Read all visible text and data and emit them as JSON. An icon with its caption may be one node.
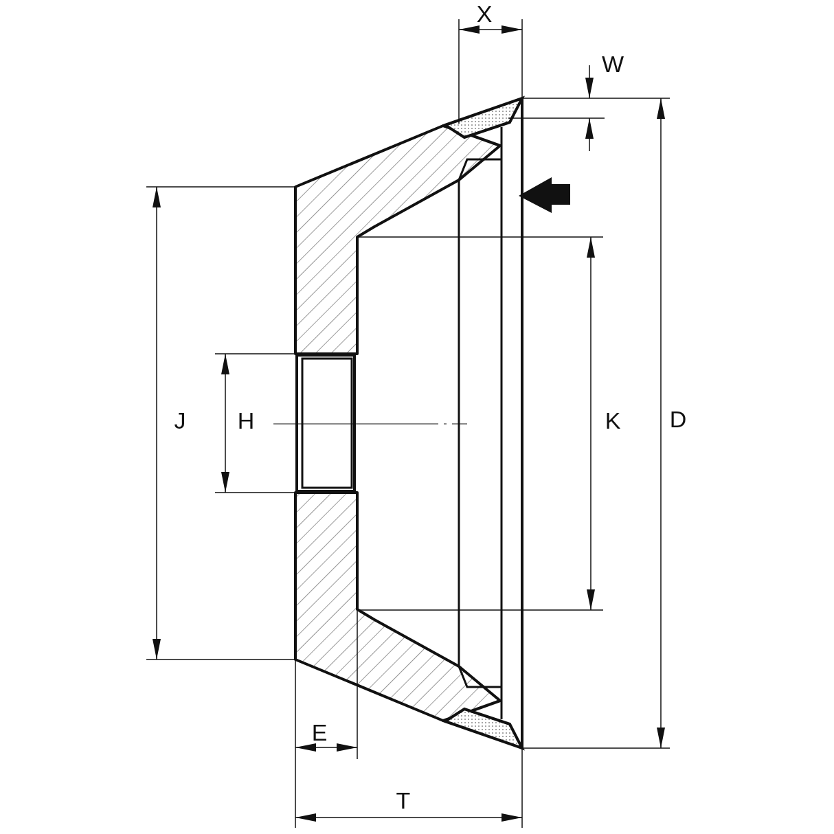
{
  "diagram": {
    "labels": [
      "X",
      "W",
      "J",
      "H",
      "K",
      "D",
      "E",
      "T"
    ]
  }
}
